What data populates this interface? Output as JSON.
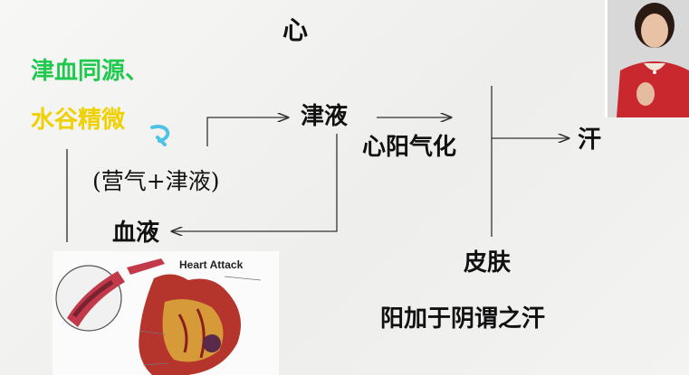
{
  "slide": {
    "title": "心",
    "green_line": "津血同源、",
    "yellow_line": "水谷精微",
    "mix_label": "(营气+津液)",
    "jinye_label": "津液",
    "xinyang_label": "心阳气化",
    "han_label": "汗",
    "xueye_label": "血液",
    "pifu_label": "皮肤",
    "yangjia_label": "阳加于阴谓之汗"
  },
  "heart_image": {
    "label": "Heart Attack"
  },
  "colors": {
    "green": "#20c84e",
    "yellow": "#f0d000",
    "arrow": "#333333",
    "swirl": "#4fc3e6"
  }
}
